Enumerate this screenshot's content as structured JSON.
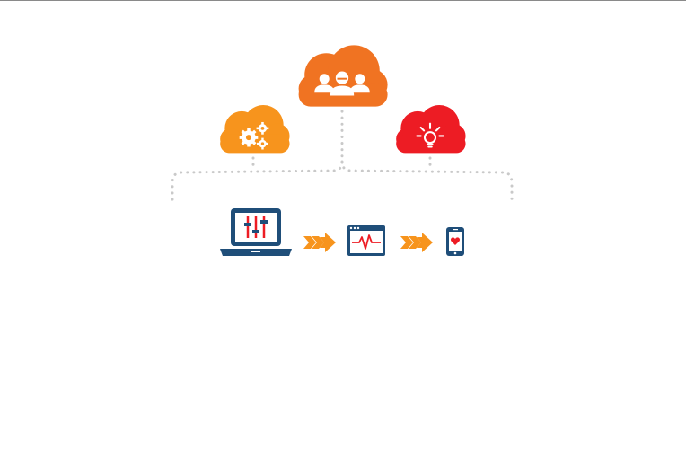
{
  "diagram": {
    "clouds": [
      {
        "name": "people",
        "icon": "people-icon",
        "color": "#f07322"
      },
      {
        "name": "gears",
        "icon": "gears-icon",
        "color": "#f7941d"
      },
      {
        "name": "idea",
        "icon": "lightbulb-icon",
        "color": "#ed1c24"
      }
    ],
    "devices": [
      {
        "name": "laptop",
        "icon": "laptop-sliders-icon"
      },
      {
        "name": "browser",
        "icon": "browser-pulse-icon"
      },
      {
        "name": "phone",
        "icon": "phone-heart-icon"
      }
    ],
    "colors": {
      "connector": "#c9c9c9",
      "device": "#1f4e79",
      "arrow": "#f7941d",
      "accent": "#ed1c24"
    }
  }
}
